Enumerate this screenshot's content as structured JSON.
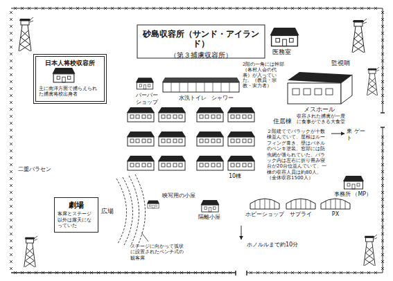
{
  "diagram": {
    "title": "砂島収容所（サンド・アイランド）",
    "nodes": [
      {
        "text": [
          "日本人将校収容所",
          "主に南洋方面で捕らえられた捕虜将校出身者"
        ]
      },
      {
        "text": [
          "劇場",
          "客席とステージ以外は露天になっていた"
        ]
      }
    ],
    "labels": [
      "（第３捕虜収容所）",
      "医務室",
      "監視哨",
      "バーバー ショップ",
      "水洗トイレ",
      "シャワー",
      "2階の一角には幹部（各村人会の代表）が入っていた。（教員・宗教・実力者）",
      "メスホール",
      "収容された捕虜が一度に食事ができる大食堂",
      "住居棟",
      "２階建てでバラックが十数棟並んでいて、屋根はルーフィング葺き、壁はパネルのペンキ塗装。窓部には防虫網が張られていた。バラック内は左右に折り畳み寝台が20台位並んでいて、一棟の収容人員は約80人。（全体収容1500人）",
      "東 ゲート",
      "10棟",
      "二重バラセン",
      "事務所 （MP）",
      "広場",
      "映写用の小屋",
      "ステージに向かって弧状に設置されたベンチ式の観客席",
      "隔離小屋",
      "ホビーショップ",
      "サプライ",
      "PX",
      "ホノルルまで約10分"
    ]
  }
}
